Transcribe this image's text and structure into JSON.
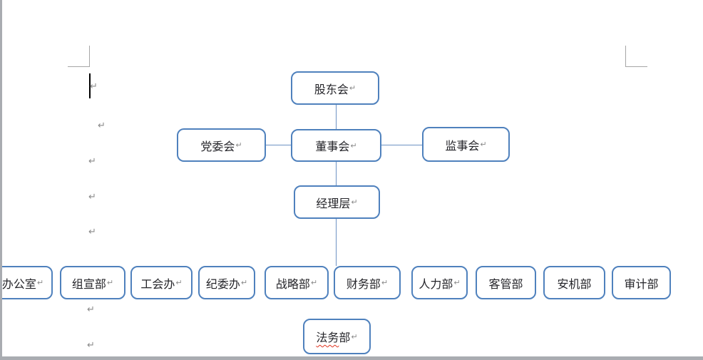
{
  "colors": {
    "page_bg": "#ffffff",
    "edge": "#a9acb1",
    "box_border": "#4f81bd",
    "connector": "#6d92c4",
    "text": "#25252a",
    "mark_gray": "#8a8a8a",
    "corner_gray": "#a6a6a6",
    "spellcheck_red": "#e0321e",
    "cursor": "#000000"
  },
  "editor": {
    "paragraph_mark": "↵"
  },
  "diagram": {
    "type": "org-chart",
    "nodes": {
      "shareholders": "股东会",
      "party_committee": "党委会",
      "board": "董事会",
      "supervisory_board": "监事会",
      "management": "经理层"
    },
    "departments": [
      "办公室",
      "组宣部",
      "工会办",
      "纪委办",
      "战略部",
      "财务部",
      "人力部",
      "客管部",
      "安机部",
      "审计部"
    ],
    "legal": {
      "underlined": "法务",
      "rest": "部"
    },
    "edges": [
      {
        "from": "shareholders",
        "to": "board"
      },
      {
        "from": "party_committee",
        "to": "board"
      },
      {
        "from": "board",
        "to": "supervisory_board"
      },
      {
        "from": "board",
        "to": "management"
      },
      {
        "from": "management",
        "to": "departments-row"
      }
    ]
  }
}
